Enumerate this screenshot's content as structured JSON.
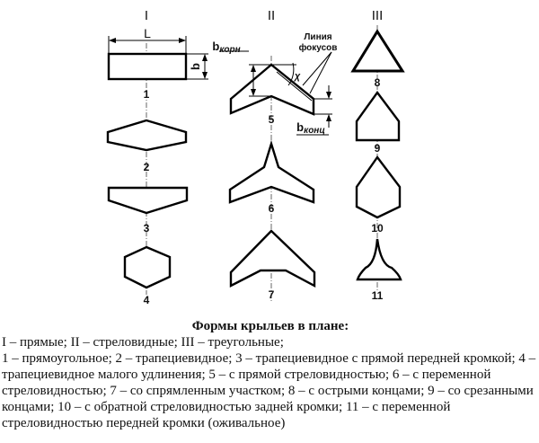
{
  "columns": {
    "c1": "I",
    "c2": "II",
    "c3": "III"
  },
  "dims": {
    "L": "L",
    "b": "b",
    "b_root": "b",
    "b_root_sub": "корн",
    "b_tip": "b",
    "b_tip_sub": "конц",
    "chi": "χ"
  },
  "focus_line": {
    "line1": "Линия",
    "line2": "фокусов"
  },
  "numbers": [
    "1",
    "2",
    "3",
    "4",
    "5",
    "6",
    "7",
    "8",
    "9",
    "10",
    "11"
  ],
  "caption": {
    "title": "Формы крыльев в плане:",
    "line1": "I – прямые; II – стреловидные; III – треугольные;",
    "body": "1 – прямоугольное; 2 – трапециевидное; 3 – трапециевидное с прямой передней кромкой; 4 – трапециевидное малого удлинения; 5 – с прямой стреловидностью; 6 – с переменной стреловидностью; 7 – со спрямленным участком; 8 – с острыми концами; 9 – со срезанными концами; 10 – с обратной стреловидностью задней кромки; 11 – с переменной стреловидностью передней кромки (оживальное)"
  }
}
